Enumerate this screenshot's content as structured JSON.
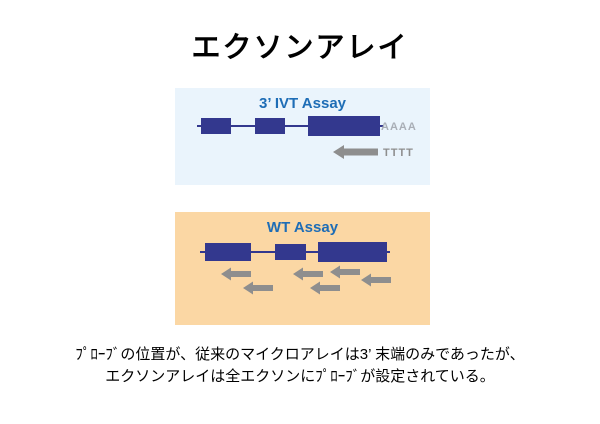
{
  "title": "エクソンアレイ",
  "ivt_panel": {
    "label": "3’ IVT Assay",
    "poly_a": "AAAA",
    "poly_t": "TTTT"
  },
  "wt_panel": {
    "label": "WT Assay"
  },
  "caption": {
    "line1": "ﾌﾟﾛｰﾌﾞの位置が、従来のマイクロアレイは3’ 末端のみであったが、",
    "line2": "エクソンアレイは全エクソンにﾌﾟﾛｰﾌﾞが設定されている。"
  },
  "colors": {
    "exon": "#33388e",
    "probe_arrow": "#8e8e8e",
    "poly_a_text": "#a9aeb6",
    "ivt_bg": "#eaf4fc",
    "wt_bg": "#fbd7a4",
    "assay_label": "#1e6db6"
  }
}
